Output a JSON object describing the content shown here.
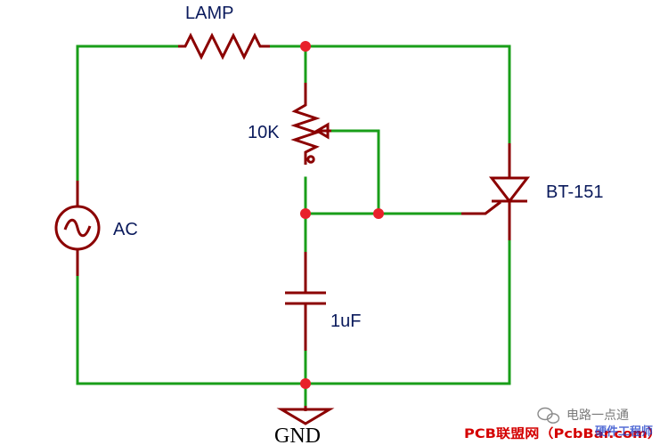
{
  "labels": {
    "lamp": "LAMP",
    "ac": "AC",
    "pot": "10K",
    "scr": "BT-151",
    "cap": "1uF",
    "gnd": "GND"
  },
  "watermark": {
    "wechat": "电路一点通",
    "site": "PCB联盟网（PcbBar.com）",
    "overlay": "硬件工程师"
  },
  "colors": {
    "wire": "#199e19",
    "component": "#8b0000",
    "junction": "#e8202a",
    "label": "#0a1a5c"
  }
}
